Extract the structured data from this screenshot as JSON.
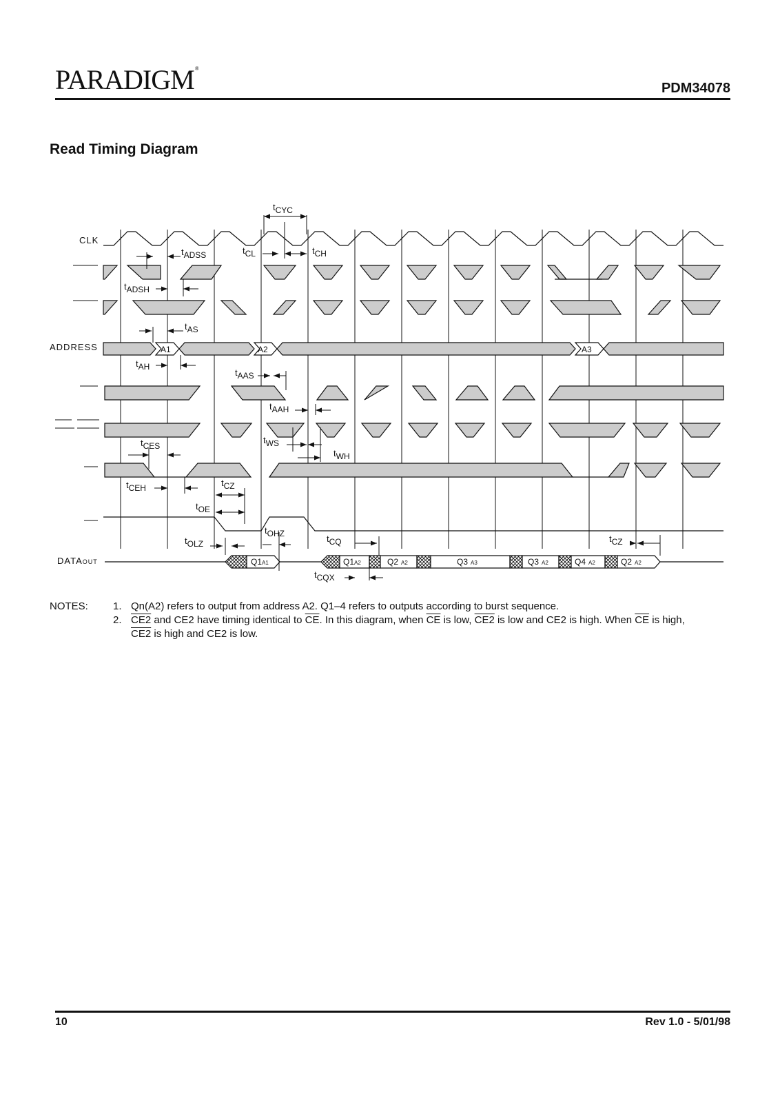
{
  "header": {
    "logo": "PARADIGM",
    "logo_mark": "®",
    "part_number": "PDM34078"
  },
  "title": "Read Timing Diagram",
  "diagram": {
    "signals": {
      "clk": "CLK",
      "address": "ADDRESS",
      "data_out_main": "DATA",
      "data_out_sub": "OUT"
    },
    "addresses": [
      "A1",
      "A2",
      "A3"
    ],
    "timing_labels": {
      "tcyc": [
        "t",
        "CYC"
      ],
      "tadss": [
        "t",
        "ADSS"
      ],
      "tcl": [
        "t",
        "CL"
      ],
      "tch": [
        "t",
        "CH"
      ],
      "tadsh": [
        "t",
        "ADSH"
      ],
      "tas": [
        "t",
        "AS"
      ],
      "tah": [
        "t",
        "AH"
      ],
      "taas": [
        "t",
        "AAS"
      ],
      "taah": [
        "t",
        "AAH"
      ],
      "tces": [
        "t",
        "CES"
      ],
      "tws": [
        "t",
        "WS"
      ],
      "twh": [
        "t",
        "WH"
      ],
      "tceh": [
        "t",
        "CEH"
      ],
      "tcz1": [
        "t",
        "CZ"
      ],
      "toe": [
        "t",
        "OE"
      ],
      "tohz": [
        "t",
        "OHZ"
      ],
      "tolz": [
        "t",
        "OLZ"
      ],
      "tcq": [
        "t",
        "CQ"
      ],
      "tcz2": [
        "t",
        "CZ"
      ],
      "tcqx": [
        "t",
        "CQX"
      ]
    },
    "data_out_cells": [
      {
        "main": "Q1",
        "sub": "A1"
      },
      {
        "main": "Q1",
        "sub": "A2"
      },
      {
        "main": "Q2",
        "sub": "A2"
      },
      {
        "main": "Q3",
        "sub": "A3"
      },
      {
        "main": "Q3",
        "sub": "A2"
      },
      {
        "main": "Q4",
        "sub": "A2"
      },
      {
        "main": "Q2",
        "sub": "A2"
      }
    ]
  },
  "notes": {
    "lead": "NOTES:",
    "note1_num": "1.",
    "note1": "Qn(A2) refers to output from address A2. Q1–4 refers to outputs according to burst sequence.",
    "note2_num": "2.",
    "note2_p1": "CE2",
    "note2_p2": " and CE2 have timing identical to ",
    "note2_p3": "CE",
    "note2_p4": ". In this diagram, when ",
    "note2_p5": "CE",
    "note2_p6": " is low, ",
    "note2_p7": "CE2",
    "note2_p8": " is low and CE2 is high. When ",
    "note2_p9": "CE",
    "note2_p10": " is high,",
    "note2_p11": "CE2",
    "note2_p12": " is high and CE2 is low."
  },
  "footer": {
    "page_number": "10",
    "revision": "Rev 1.0 - 5/01/98"
  }
}
